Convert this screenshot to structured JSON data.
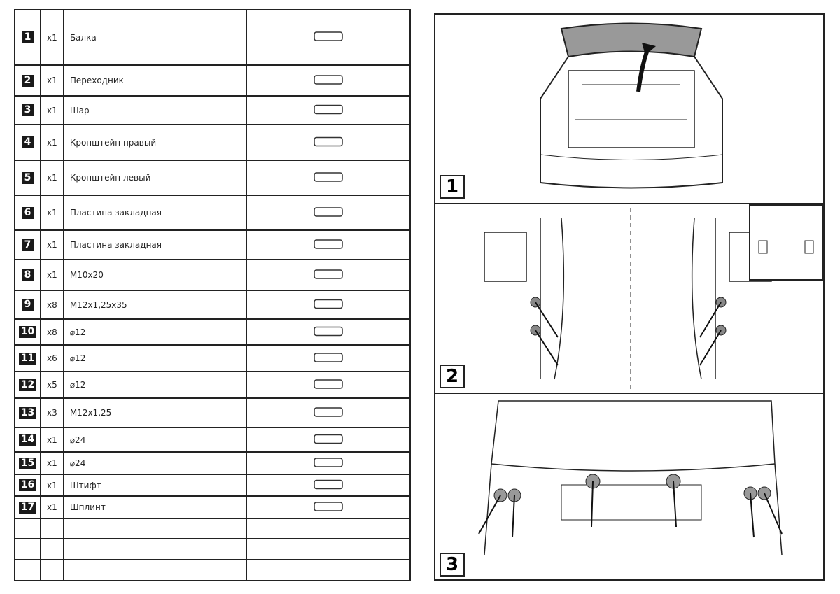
{
  "parts": [
    {
      "n": "1",
      "q": "x1",
      "d": "Балка"
    },
    {
      "n": "2",
      "q": "x1",
      "d": "Переходник"
    },
    {
      "n": "3",
      "q": "x1",
      "d": "Шар"
    },
    {
      "n": "4",
      "q": "x1",
      "d": "Кронштейн правый"
    },
    {
      "n": "5",
      "q": "x1",
      "d": "Кронштейн левый"
    },
    {
      "n": "6",
      "q": "x1",
      "d": "Пластина закладная"
    },
    {
      "n": "7",
      "q": "x1",
      "d": "Пластина закладная"
    },
    {
      "n": "8",
      "q": "x1",
      "d": "M10x20"
    },
    {
      "n": "9",
      "q": "x8",
      "d": "M12x1,25x35"
    },
    {
      "n": "10",
      "q": "x8",
      "d": "⌀12"
    },
    {
      "n": "11",
      "q": "x6",
      "d": "⌀12"
    },
    {
      "n": "12",
      "q": "x5",
      "d": "⌀12"
    },
    {
      "n": "13",
      "q": "x3",
      "d": "M12x1,25"
    },
    {
      "n": "14",
      "q": "x1",
      "d": "⌀24"
    },
    {
      "n": "15",
      "q": "x1",
      "d": "⌀24"
    },
    {
      "n": "16",
      "q": "x1",
      "d": "Штифт"
    },
    {
      "n": "17",
      "q": "x1",
      "d": "Шплинт"
    }
  ],
  "steps": [
    "1",
    "2",
    "3"
  ]
}
